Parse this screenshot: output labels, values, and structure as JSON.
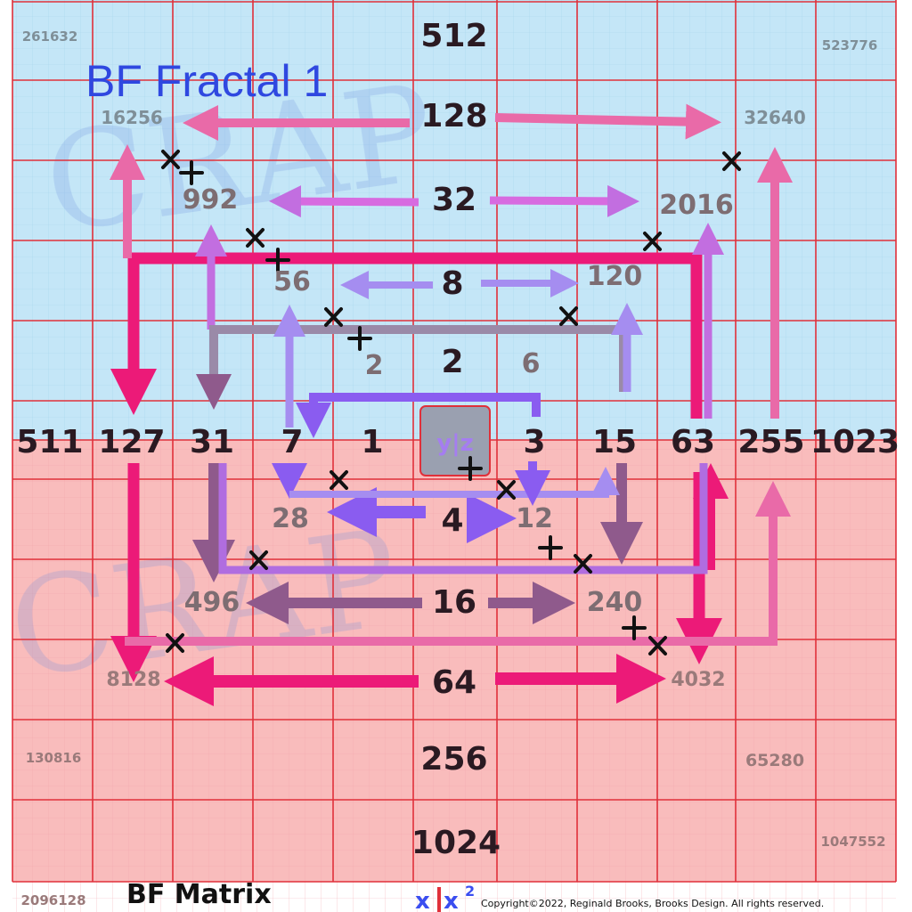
{
  "title": "BF Fractal 1",
  "footer": {
    "corner_bottom_left": "2096128",
    "label": "BF Matrix",
    "logo_x": "x",
    "logo_x2": "x",
    "logo_sup": "2",
    "copyright": "Copyright©2022, Reginald Brooks, Brooks Design. All rights reserved."
  },
  "center_box": "y|z",
  "watermark": "CRAP",
  "top_column": [
    "512",
    "128",
    "32",
    "8",
    "2"
  ],
  "bottom_column": [
    "4",
    "16",
    "64",
    "256",
    "1024"
  ],
  "center_row": [
    "511",
    "127",
    "31",
    "7",
    "1",
    "3",
    "15",
    "63",
    "255",
    "1023"
  ],
  "top_left_values": [
    "261632",
    "16256",
    "992",
    "56",
    "2"
  ],
  "top_right_values": [
    "523776",
    "32640",
    "2016",
    "120",
    "6"
  ],
  "bottom_left_values": [
    "28",
    "496",
    "8128",
    "130816"
  ],
  "bottom_right_values": [
    "12",
    "240",
    "4032",
    "65280",
    "1047552"
  ],
  "colors": {
    "top_bg": "#c4e6f7",
    "bottom_bg": "#f9bcbc",
    "grid_major": "#e0303a",
    "grid_minor": "#9fd0ea",
    "title": "#2f48e0",
    "magenta": "#ec1a78",
    "pink": "#e96aa8",
    "violet": "#b06de0",
    "purple": "#8a5cf0",
    "mauve": "#9b5f96",
    "lavender": "#a58df0",
    "logo_blue": "#3a4ef0"
  }
}
